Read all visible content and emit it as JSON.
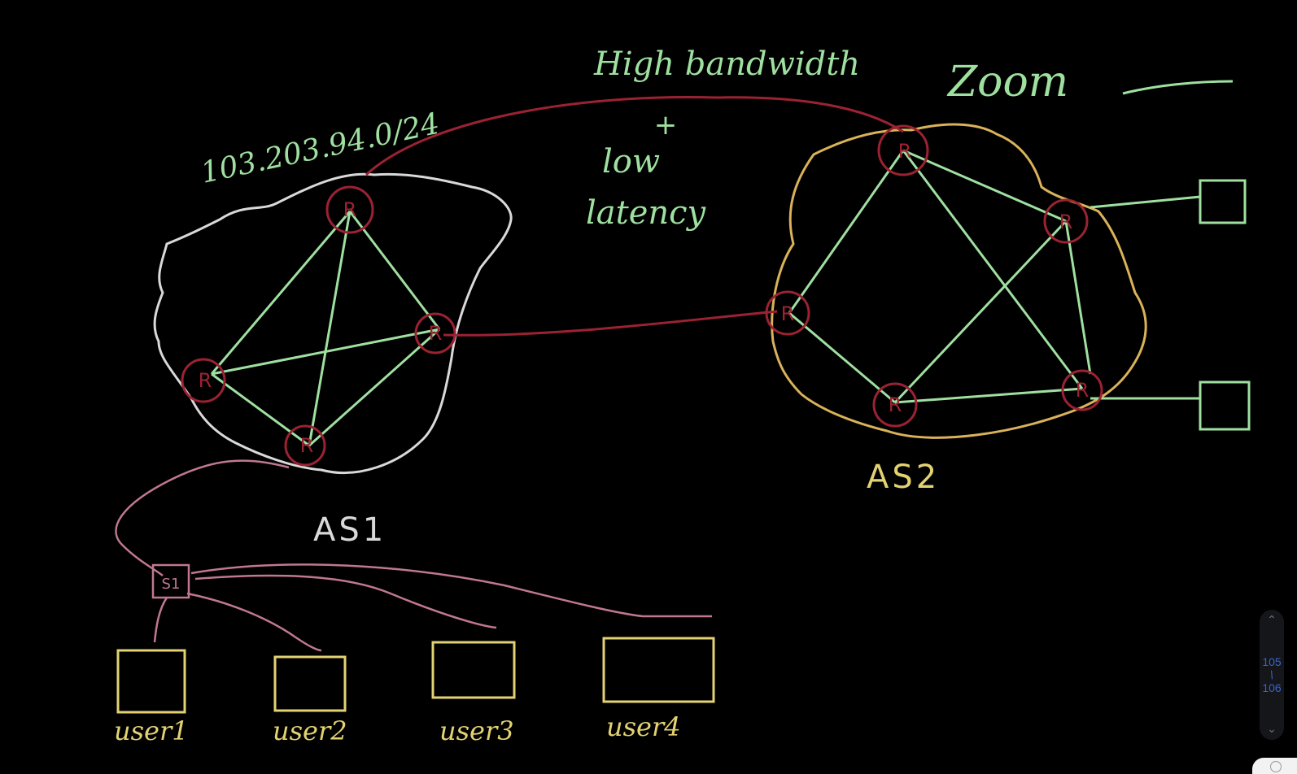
{
  "annotations": {
    "ip_prefix": "103.203.94.0/24",
    "top_note_line1": "High bandwidth",
    "top_note_plus": "+",
    "top_note_line2": "low",
    "top_note_line3": "latency",
    "zoom_label": "Zoom"
  },
  "as_labels": {
    "as1": "AS1",
    "as2": "AS2"
  },
  "router_letter": "R",
  "switch_label": "S1",
  "users": [
    "user1",
    "user2",
    "user3",
    "user4"
  ],
  "pager": {
    "current": "105",
    "total": "106"
  },
  "colors": {
    "background": "#000000",
    "green": "#9fe0a0",
    "red": "#9b2233",
    "yellow": "#e3d272",
    "white": "#d9d9d9",
    "pink": "#c07890",
    "orange": "#d9b25a"
  }
}
